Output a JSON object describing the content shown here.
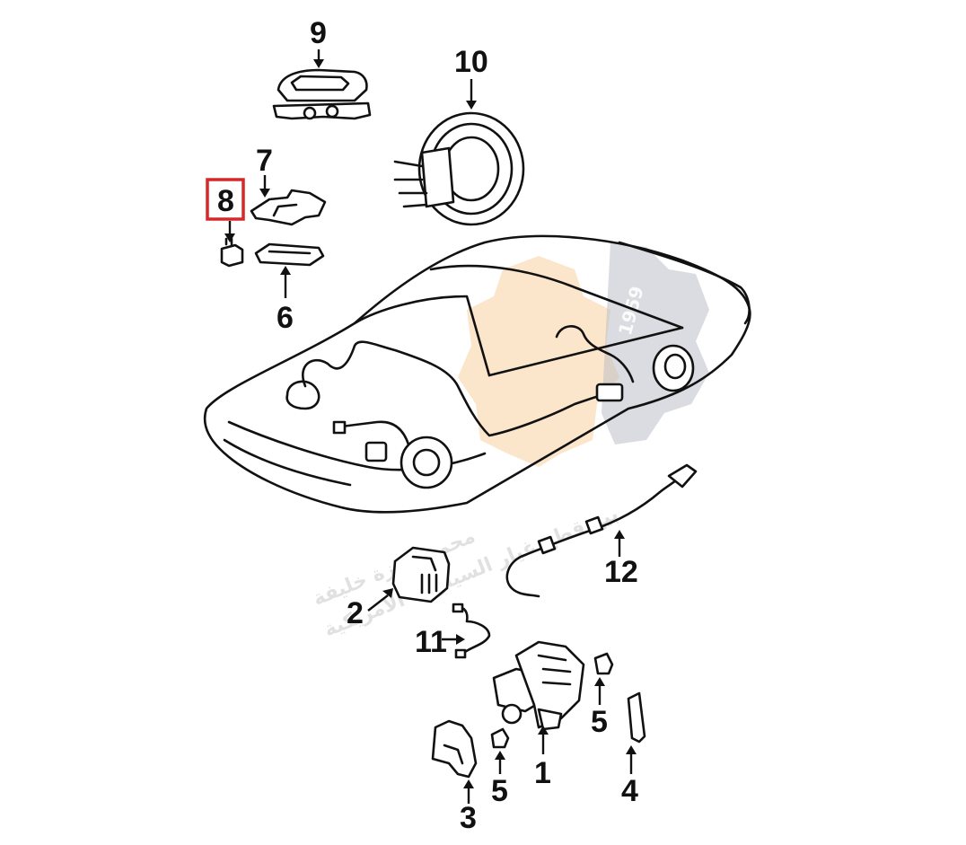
{
  "diagram": {
    "callouts": {
      "p1": "1",
      "p2": "2",
      "p3": "3",
      "p4": "4",
      "p5a": "5",
      "p5b": "5",
      "p6": "6",
      "p7": "7",
      "p8": "8",
      "p9": "9",
      "p10": "10",
      "p11": "11",
      "p12": "12"
    },
    "highlighted_callout": "8",
    "highlight_color": "#d62828",
    "watermark": {
      "line1": "محمد حمزة خليفة",
      "line2": "بيع قطع غيار السيارات الامريكية",
      "year": "1959",
      "colors": {
        "orange": "#f6c78e",
        "grey": "#b7bac4"
      }
    }
  }
}
